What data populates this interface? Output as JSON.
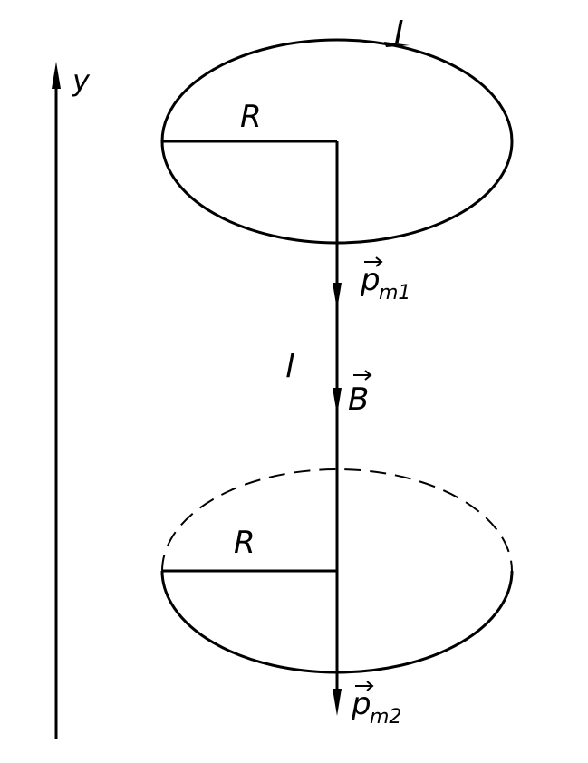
{
  "labels": {
    "axis_y": "y",
    "current_top": "I",
    "radius_top": "R",
    "moment_top": "p",
    "moment_top_sub": "m1",
    "distance": "l",
    "field": "B",
    "radius_bottom": "R",
    "moment_bottom": "p",
    "moment_bottom_sub": "m2"
  },
  "colors": {
    "ink": "#000000",
    "background": "#ffffff"
  }
}
